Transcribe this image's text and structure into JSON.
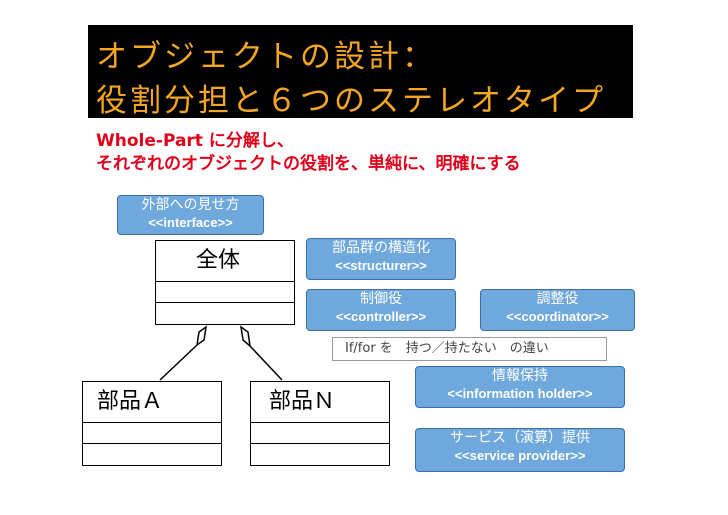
{
  "title": {
    "line1": "オブジェクトの設計：",
    "line2": "役割分担と６つのステレオタイプ"
  },
  "subtitle": {
    "line1": "Whole-Part に分解し、",
    "line2": "それぞれのオブジェクトの役割を、単純に、明確にする"
  },
  "stereotypes": {
    "interface": {
      "jp": "外部への見せ方",
      "en": "<<interface>>"
    },
    "structurer": {
      "jp": "部品群の構造化",
      "en": "<<structurer>>"
    },
    "controller": {
      "jp": "制御役",
      "en": "<<controller>>"
    },
    "coordinator": {
      "jp": "調整役",
      "en": "<<coordinator>>"
    },
    "information_holder": {
      "jp": "情報保持",
      "en": "<<information holder>>"
    },
    "service_provider": {
      "jp": "サービス（演算）提供",
      "en": "<<service provider>>"
    }
  },
  "classes": {
    "whole": "全体",
    "part_a": "部品Ａ",
    "part_n": "部品Ｎ"
  },
  "note": "If/for を　持つ／持たない　の違い",
  "colors": {
    "title_bg": "#000000",
    "title_text": "#f5a623",
    "subtitle_text": "#e0001a",
    "stereotype_fill": "#6fa8dc",
    "stereotype_border": "#3d6fa5"
  }
}
